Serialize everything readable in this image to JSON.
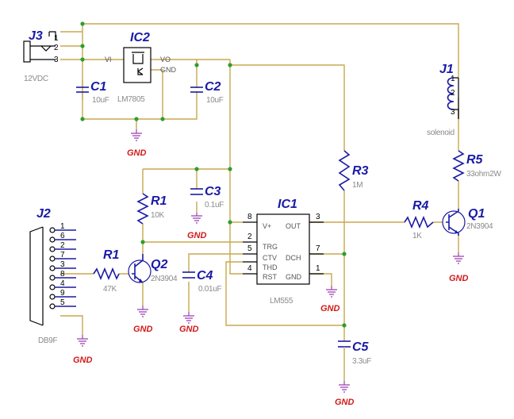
{
  "components": {
    "j3": {
      "ref": "J3",
      "value": "12VDC",
      "pins": [
        "1",
        "2",
        "3"
      ]
    },
    "ic2": {
      "ref": "IC2",
      "value": "LM7805",
      "pins": {
        "vin": "VI",
        "vout": "VO",
        "gnd": "GND"
      }
    },
    "c1": {
      "ref": "C1",
      "value": "10uF"
    },
    "c2": {
      "ref": "C2",
      "value": "10uF"
    },
    "j1": {
      "ref": "J1",
      "value": "solenoid",
      "pins": [
        "1",
        "2",
        "3"
      ]
    },
    "r5": {
      "ref": "R5",
      "value": "33ohm2W"
    },
    "r3": {
      "ref": "R3",
      "value": "1M"
    },
    "r1_top": {
      "ref": "R1",
      "value": "10K"
    },
    "c3": {
      "ref": "C3",
      "value": "0.1uF"
    },
    "ic1": {
      "ref": "IC1",
      "value": "LM555",
      "pins": {
        "8": "8",
        "2": "2",
        "5": "5",
        "4": "4",
        "3": "3",
        "7": "7",
        "1": "1"
      },
      "pin_names": {
        "vcc": "V+",
        "out": "OUT",
        "trg": "TRG",
        "ctv": "CTV",
        "dch": "DCH",
        "thd": "THD",
        "rst": "RST",
        "gnd": "GND"
      }
    },
    "r4": {
      "ref": "R4",
      "value": "1K"
    },
    "q1": {
      "ref": "Q1",
      "value": "2N3904"
    },
    "j2": {
      "ref": "J2",
      "value": "DB9F",
      "pins": [
        "1",
        "6",
        "2",
        "7",
        "3",
        "8",
        "4",
        "9",
        "5"
      ]
    },
    "r1_in": {
      "ref": "R1",
      "value": "47K"
    },
    "q2": {
      "ref": "Q2",
      "value": "2N3904"
    },
    "c4": {
      "ref": "C4",
      "value": "0.01uF"
    },
    "c5": {
      "ref": "C5",
      "value": "3.3uF"
    }
  },
  "gnd_label": "GND",
  "colors": {
    "wire": "#c8a84e",
    "part": "#1a1aa6",
    "ref": "#1a1aa6",
    "gnd_text": "#d11a1a",
    "junction": "#2e9e2e",
    "ground_symbol": "#9a3fb0"
  }
}
